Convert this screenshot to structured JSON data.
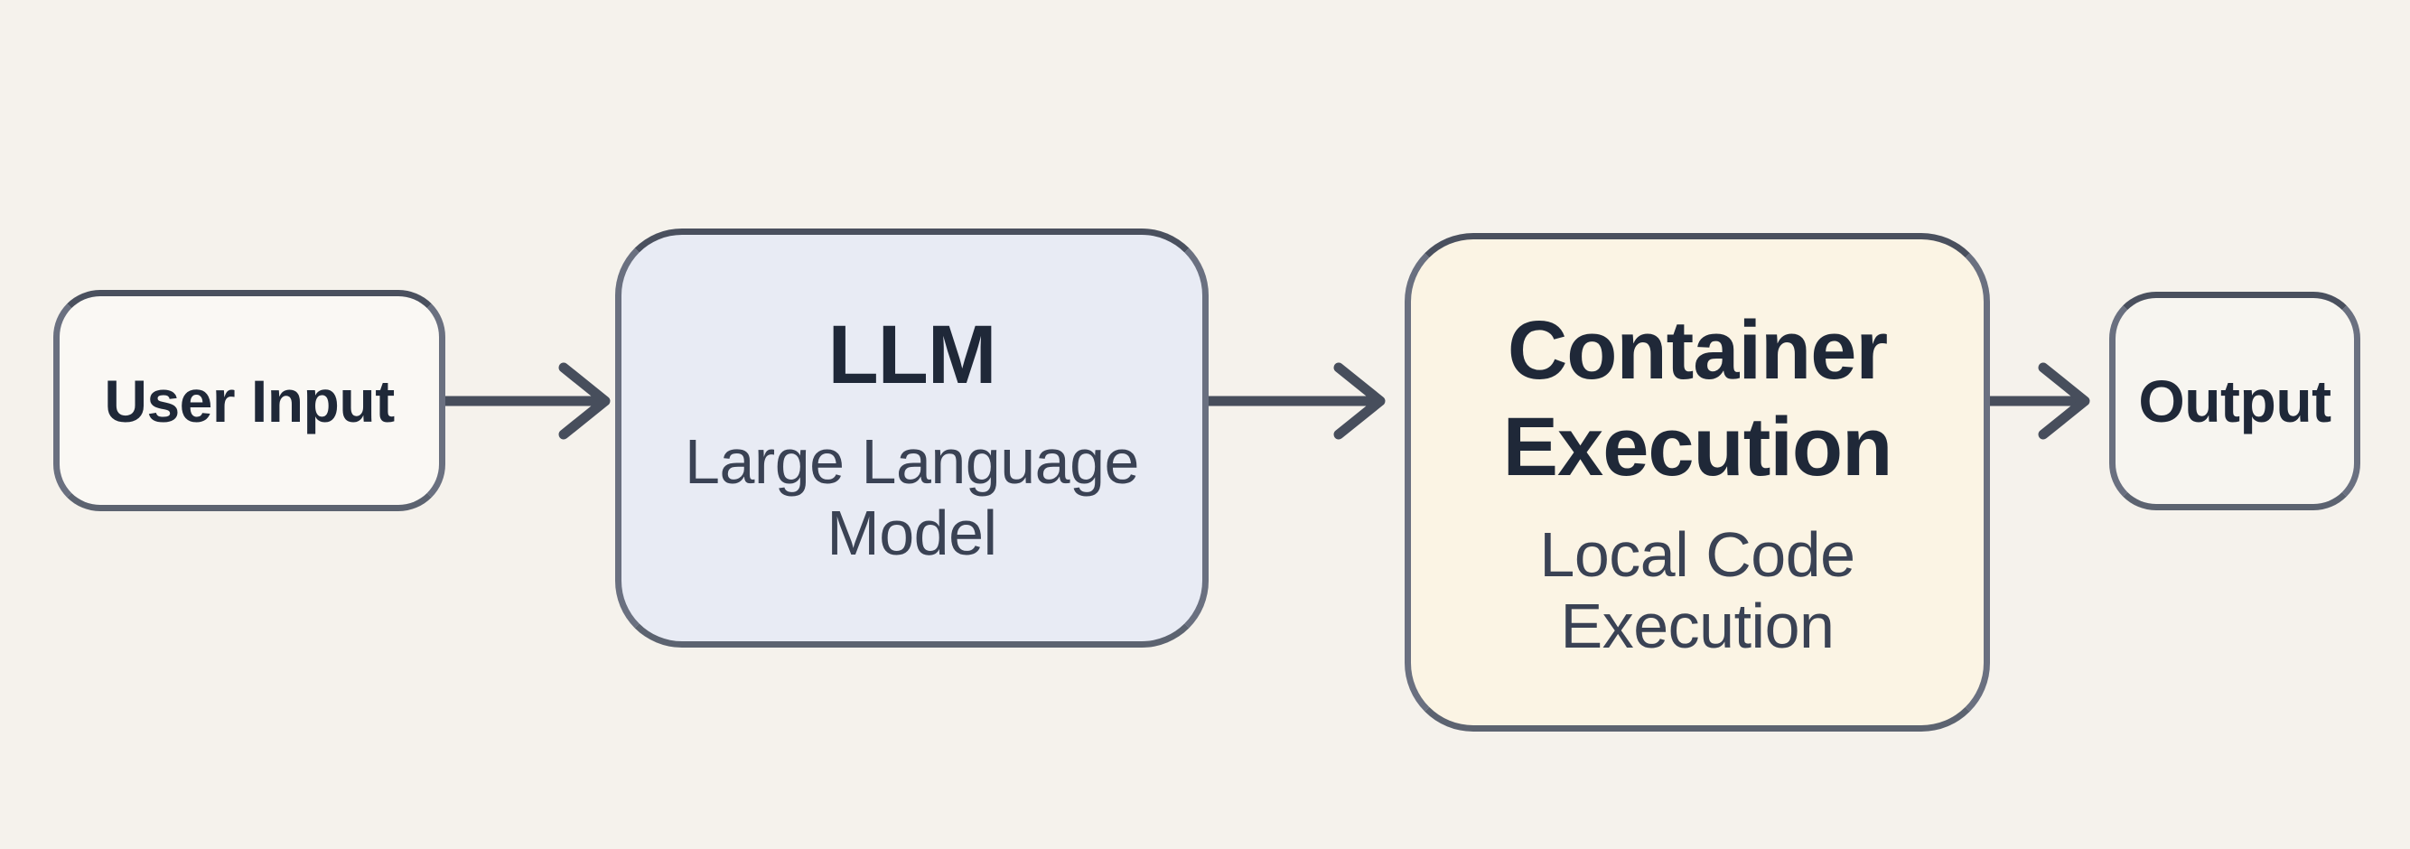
{
  "page": {
    "background": "#F5F2EC"
  },
  "diagram": {
    "type": "flowchart",
    "direction": "left-to-right",
    "nodes": [
      {
        "id": "user-input",
        "label": "User Input",
        "sublabel": null,
        "fill": "#FAF8F4",
        "shape": "rounded-rectangle"
      },
      {
        "id": "llm",
        "label": "LLM",
        "sublabel": "Large Language Model",
        "fill": "#E8EBF4",
        "shape": "rounded-rectangle"
      },
      {
        "id": "container-execution",
        "label": "Container Execution",
        "sublabel": "Local Code Execution",
        "fill": "#FBF4E4",
        "shape": "rounded-rectangle"
      },
      {
        "id": "output",
        "label": "Output",
        "sublabel": null,
        "fill": "#F7F5F0",
        "shape": "rounded-rectangle"
      }
    ],
    "connectors": [
      {
        "from": "user-input",
        "to": "llm",
        "style": "arrow"
      },
      {
        "from": "llm",
        "to": "container-execution",
        "style": "arrow"
      },
      {
        "from": "container-execution",
        "to": "output",
        "style": "arrow"
      }
    ],
    "colors": {
      "background": "#F5F2EC",
      "node_border": "#5C6370",
      "arrow": "#474E5C",
      "title_text": "#1F2838",
      "subtitle_text": "#3A4254"
    }
  }
}
